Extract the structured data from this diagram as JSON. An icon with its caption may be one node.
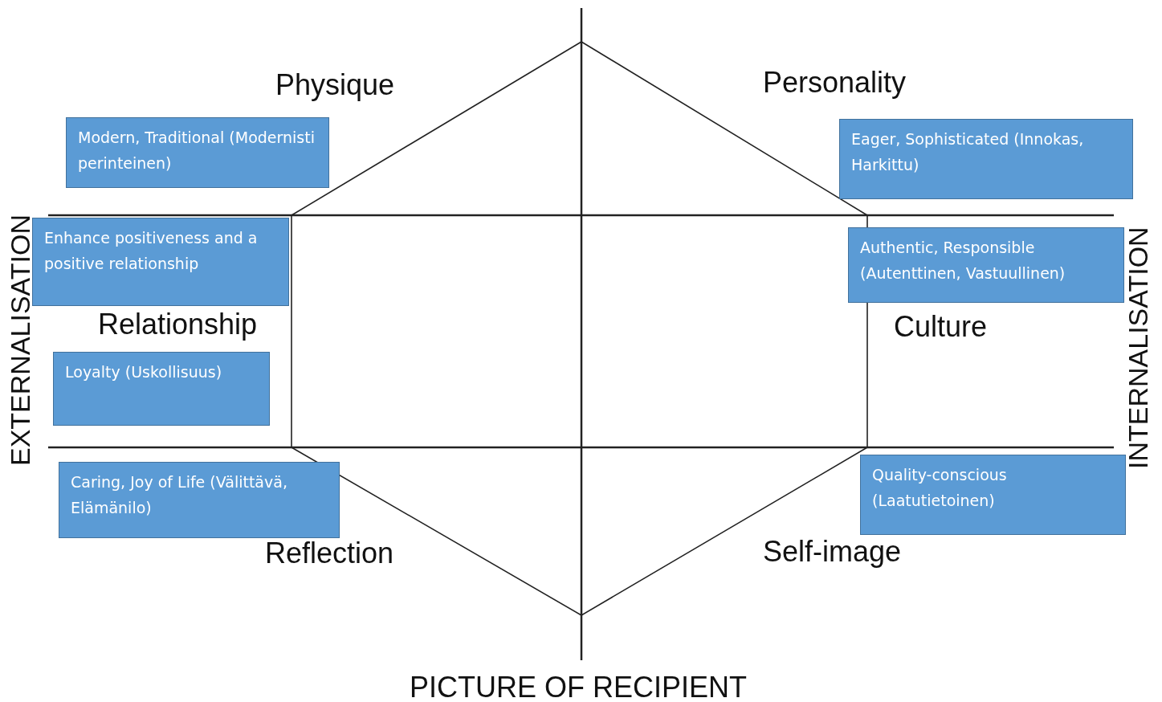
{
  "diagram": {
    "nodes": [
      {
        "text": [
          "Modern, Traditional (Modernisti perinteinen)"
        ]
      },
      {
        "text": [
          "Eager,  Sophisticated (Innokas, Harkittu)"
        ]
      },
      {
        "text": [
          "Enhance positiveness and a positive relationship"
        ]
      },
      {
        "text": [
          "Authentic, Responsible (Autenttinen, Vastuullinen)"
        ]
      },
      {
        "text": [
          "Loyalty (Uskollisuus)"
        ]
      },
      {
        "text": [
          "Caring, Joy of Life (Välittävä, Elämänilo)"
        ]
      },
      {
        "text": [
          "Quality-conscious (Laatutietoinen)"
        ]
      }
    ],
    "labels": [
      "Physique",
      "Personality",
      "EXTERNALISATION",
      "INTERNALISATION",
      "Relationship",
      "Culture",
      "Reflection",
      "Self-image",
      "PICTURE OF RECIPIENT"
    ]
  }
}
